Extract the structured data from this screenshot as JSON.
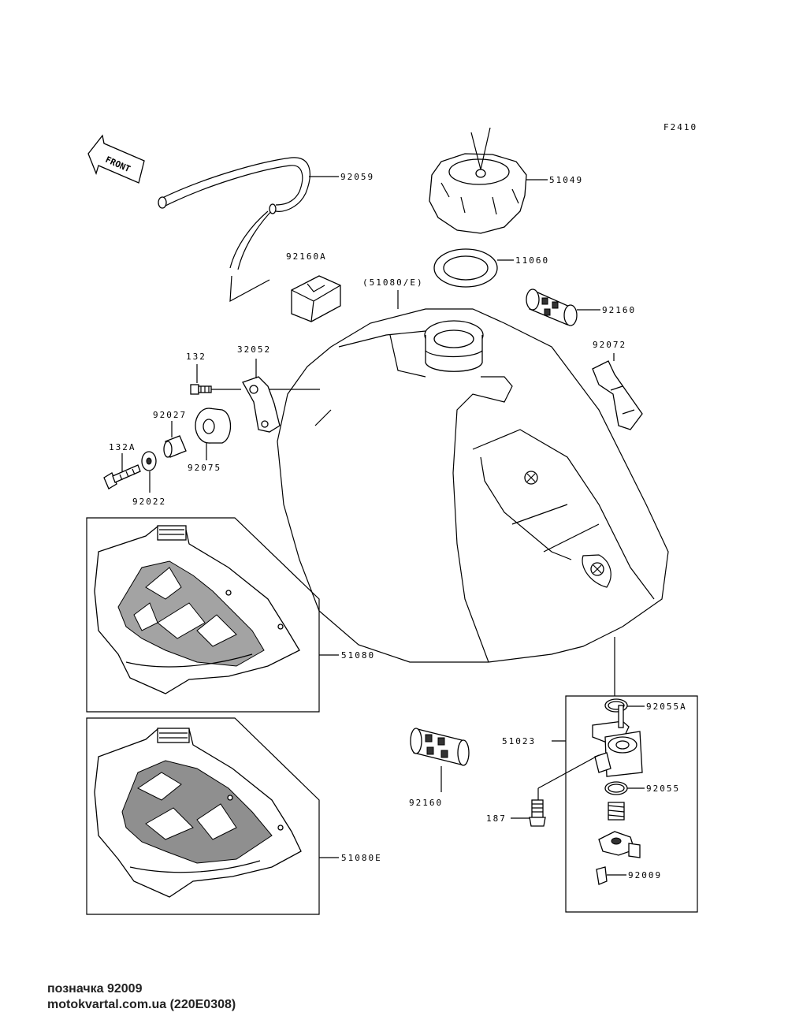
{
  "figure_code": "F2410",
  "front_label": "FRONT",
  "parts": {
    "hose": "92059",
    "cap": "51049",
    "gasket": "11060",
    "damper_a": "92160A",
    "tank_ref": "(51080/E)",
    "filter_top": "92160",
    "strap": "92072",
    "bolt_132": "132",
    "bracket": "32052",
    "collar": "92027",
    "damper": "92075",
    "bolt_132a": "132A",
    "washer": "92022",
    "tank": "51080",
    "tank_e": "51080E",
    "oring_a": "92055A",
    "cock": "51023",
    "filter_bottom": "92160",
    "oring": "92055",
    "bolt_187": "187",
    "screw": "92009"
  },
  "footer": {
    "line1": "позначка 92009",
    "line2": "motokvartal.com.ua (220E0308)"
  }
}
